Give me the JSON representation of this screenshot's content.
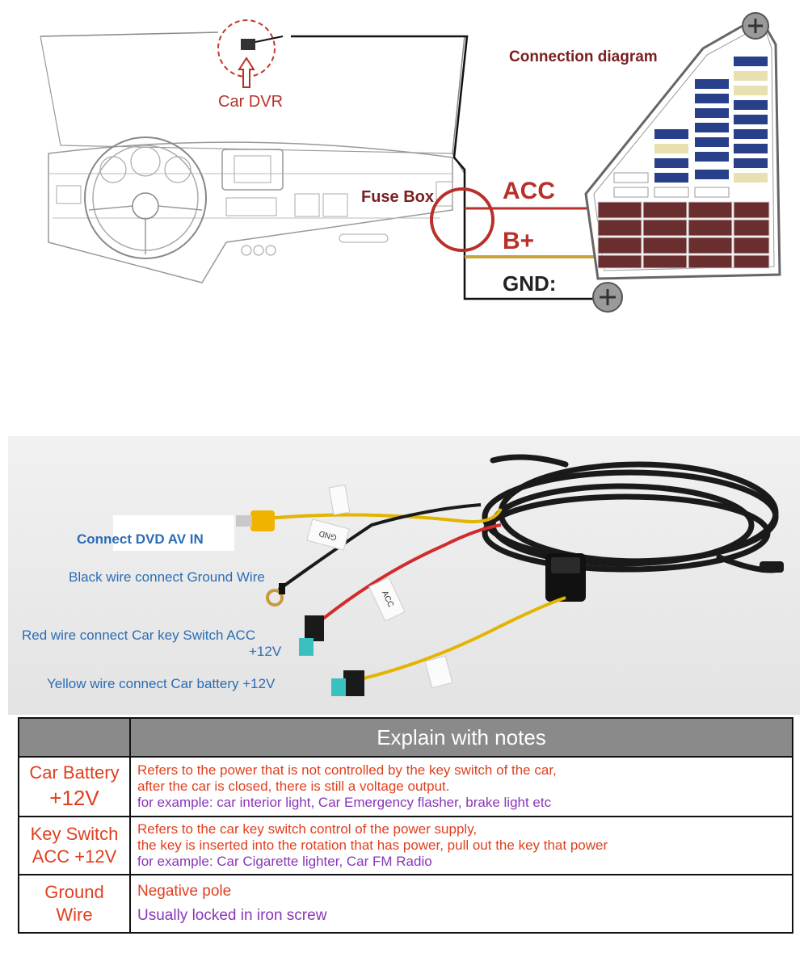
{
  "diagram": {
    "title": "Connection diagram",
    "car_dvr_label": "Car DVR",
    "fuse_box_label": "Fuse Box",
    "acc_label": "ACC",
    "bplus_label": "B+",
    "gnd_label": "GND:"
  },
  "photo": {
    "annotations": {
      "av_in": "Connect DVD AV IN",
      "black": "Black wire connect Ground Wire",
      "red_line1": "Red wire connect Car key Switch ACC",
      "red_line2": "+12V",
      "yellow": "Yellow wire connect Car battery +12V"
    },
    "tags": {
      "gnd": "GND",
      "acc": "ACC"
    }
  },
  "notes_table": {
    "header": "Explain with notes",
    "rows": [
      {
        "head_line1": "Car Battery",
        "head_line2": "+12V",
        "line1": "Refers to the power that is not controlled by the key switch of the car,",
        "line2": "after the car is closed, there is still a voltage output.",
        "example": "for example: car interior light, Car Emergency flasher, brake light etc"
      },
      {
        "head_line1": "Key Switch",
        "head_line2": "ACC +12V",
        "line1": "Refers to the car key switch control of the power supply,",
        "line2": "the key is inserted into the rotation that has power, pull out the key that power",
        "example": "for example: Car Cigarette lighter, Car FM Radio"
      },
      {
        "head_line1": "Ground",
        "head_line2": "Wire",
        "line1": "Negative pole",
        "example": "Usually locked in iron screw"
      }
    ]
  },
  "colors": {
    "label_red": "#b8302a",
    "acc_wire": "#b8302a",
    "bplus_wire": "#c8a43a",
    "annotation_blue": "#2a6db5",
    "notes_red": "#e0401f",
    "notes_purple": "#8a36b8",
    "header_gray": "#8a8a8a"
  }
}
